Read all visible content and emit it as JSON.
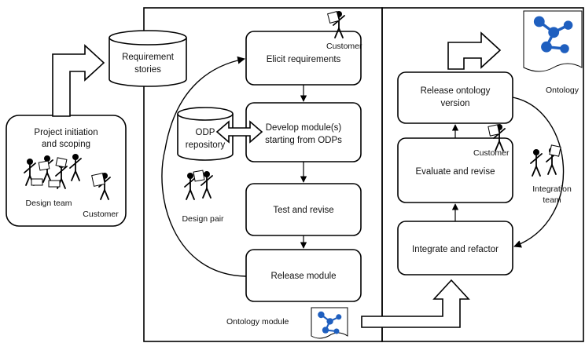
{
  "labels": {
    "project_initiation_l1": "Project initiation",
    "project_initiation_l2": "and scoping",
    "design_team": "Design team",
    "customer_left": "Customer",
    "requirement_stories_l1": "Requirement",
    "requirement_stories_l2": "stories",
    "customer_top": "Customer",
    "elicit_requirements": "Elicit requirements",
    "odp_repository_l1": "ODP",
    "odp_repository_l2": "repository",
    "develop_module_l1": "Develop module(s)",
    "develop_module_l2": "starting from ODPs",
    "design_pair": "Design pair",
    "test_and_revise": "Test and revise",
    "release_module": "Release module",
    "ontology_module": "Ontology module",
    "release_ontology_l1": "Release ontology",
    "release_ontology_l2": "version",
    "ontology": "Ontology",
    "customer_right": "Customer",
    "evaluate_and_revise": "Evaluate and revise",
    "integration_team_l1": "Integration",
    "integration_team_l2": "team",
    "integrate_and_refactor": "Integrate and refactor"
  },
  "colors": {
    "ontology_graph": "#1f5fbf",
    "stroke": "#000000",
    "background": "#ffffff"
  },
  "icons": {
    "person": "stick-figure-icon",
    "ontology": "ontology-graph-icon",
    "database": "database-cylinder-icon"
  }
}
